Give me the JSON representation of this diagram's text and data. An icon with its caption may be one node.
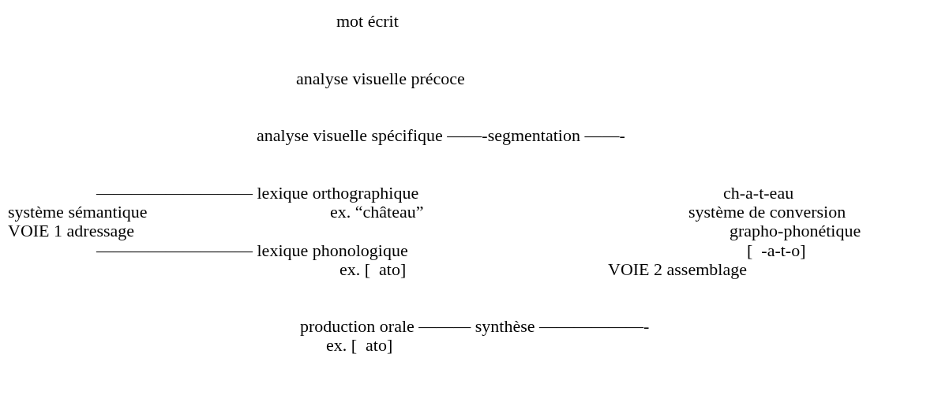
{
  "diagram": {
    "labels": [
      "mot écrit",
      "analyse visuelle précoce",
      "analyse visuelle spécifique ——-segmentation ——-",
      "————————— lexique orthographique",
      "ch-a-t-eau",
      "système sémantique",
      "ex. “château”",
      "système de conversion",
      "VOIE 1 adressage",
      "grapho-phonétique",
      "————————— lexique phonologique",
      "[  -a-t-o]",
      "ex. [  ato]",
      "VOIE 2 assemblage",
      "production orale ——— synthèse ——————-",
      "ex. [  ato]"
    ]
  }
}
